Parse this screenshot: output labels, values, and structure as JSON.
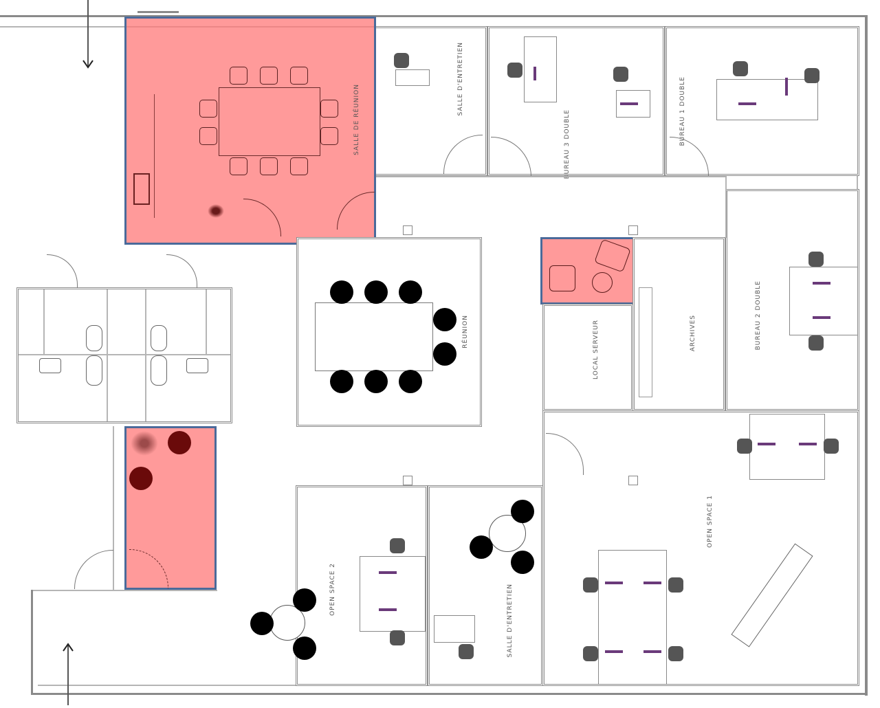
{
  "plan": {
    "type": "office floor plan",
    "highlight_color": "#ff7878",
    "highlight_border": "#4a6a9a",
    "rooms": [
      {
        "id": "salle-reunion-1",
        "label": "SALLE DE RÉUNION",
        "highlighted": true
      },
      {
        "id": "salle-entretien-1",
        "label": "SALLE D'ENTRETIEN",
        "highlighted": false
      },
      {
        "id": "bureau-3",
        "label": "BUREAU 3 DOUBLE",
        "highlighted": false
      },
      {
        "id": "bureau-1",
        "label": "BUREAU 1 DOUBLE",
        "highlighted": false
      },
      {
        "id": "bureau-2",
        "label": "BUREAU 2 DOUBLE",
        "highlighted": false
      },
      {
        "id": "reunion",
        "label": "RÉUNION",
        "highlighted": false
      },
      {
        "id": "local-serveur",
        "label": "LOCAL SERVEUR",
        "highlighted": false
      },
      {
        "id": "archives",
        "label": "ARCHIVES",
        "highlighted": false
      },
      {
        "id": "open-space-1",
        "label": "OPEN SPACE 1",
        "highlighted": false
      },
      {
        "id": "open-space-2",
        "label": "OPEN SPACE 2",
        "highlighted": false
      },
      {
        "id": "salle-entretien-2",
        "label": "SALLE D'ENTRETIEN",
        "highlighted": false
      },
      {
        "id": "lounge-nook",
        "label": "",
        "highlighted": true
      },
      {
        "id": "entry-nook",
        "label": "",
        "highlighted": true
      }
    ],
    "entrance_arrows": [
      {
        "id": "top-arrow",
        "direction": "down"
      },
      {
        "id": "bottom-arrow",
        "direction": "up"
      }
    ]
  }
}
